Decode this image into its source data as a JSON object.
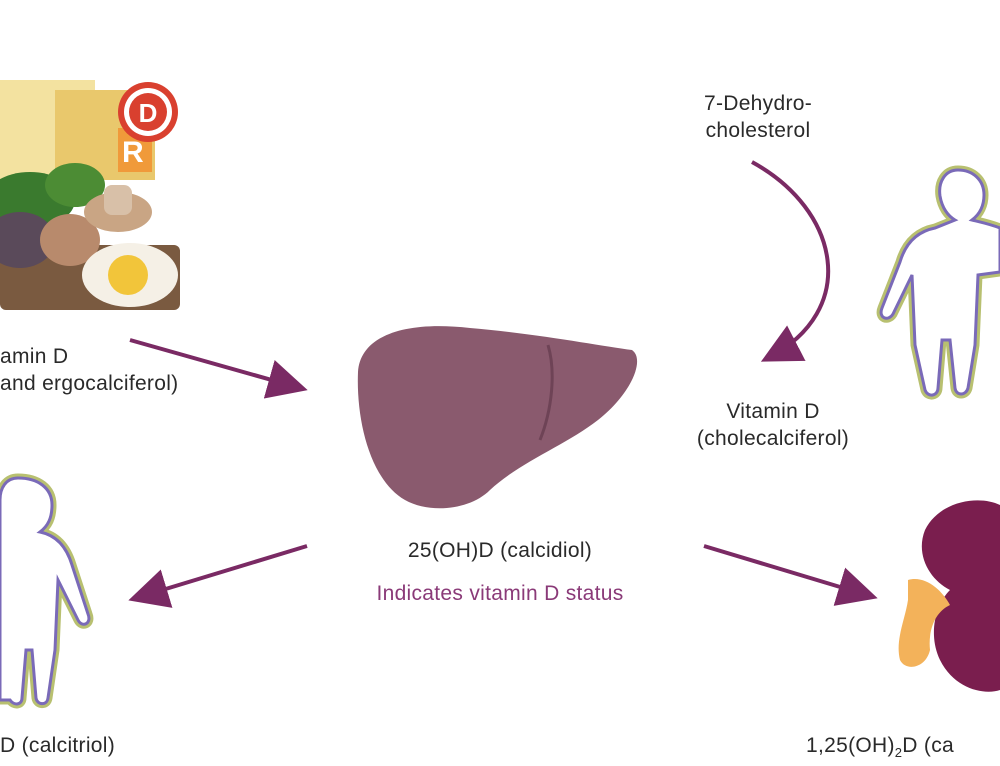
{
  "labels": {
    "dietary_line1": "amin D",
    "dietary_line2": "and ergocalciferol)",
    "precursor_line1": "7-Dehydro-",
    "precursor_line2": "cholesterol",
    "skin_vitd_line1": "Vitamin D",
    "skin_vitd_line2": "(cholecalciferol)",
    "calcidiol": "25(OH)D (calcidiol)",
    "status_note": "Indicates vitamin D status",
    "calcitriol_left": "D (calcitriol)",
    "kidney_prefix": "1,25(OH)",
    "kidney_sub": "2",
    "kidney_suffix": "D (ca"
  },
  "badge_letter": "D",
  "colors": {
    "arrow": "#7a2a64",
    "liver": "#8a5a6e",
    "kidney": "#7a1e4e",
    "accent_text": "#8a3a78"
  },
  "icons": [
    "food-cluster-icon",
    "liver-icon",
    "kidney-icon",
    "human-silhouette-icon"
  ]
}
